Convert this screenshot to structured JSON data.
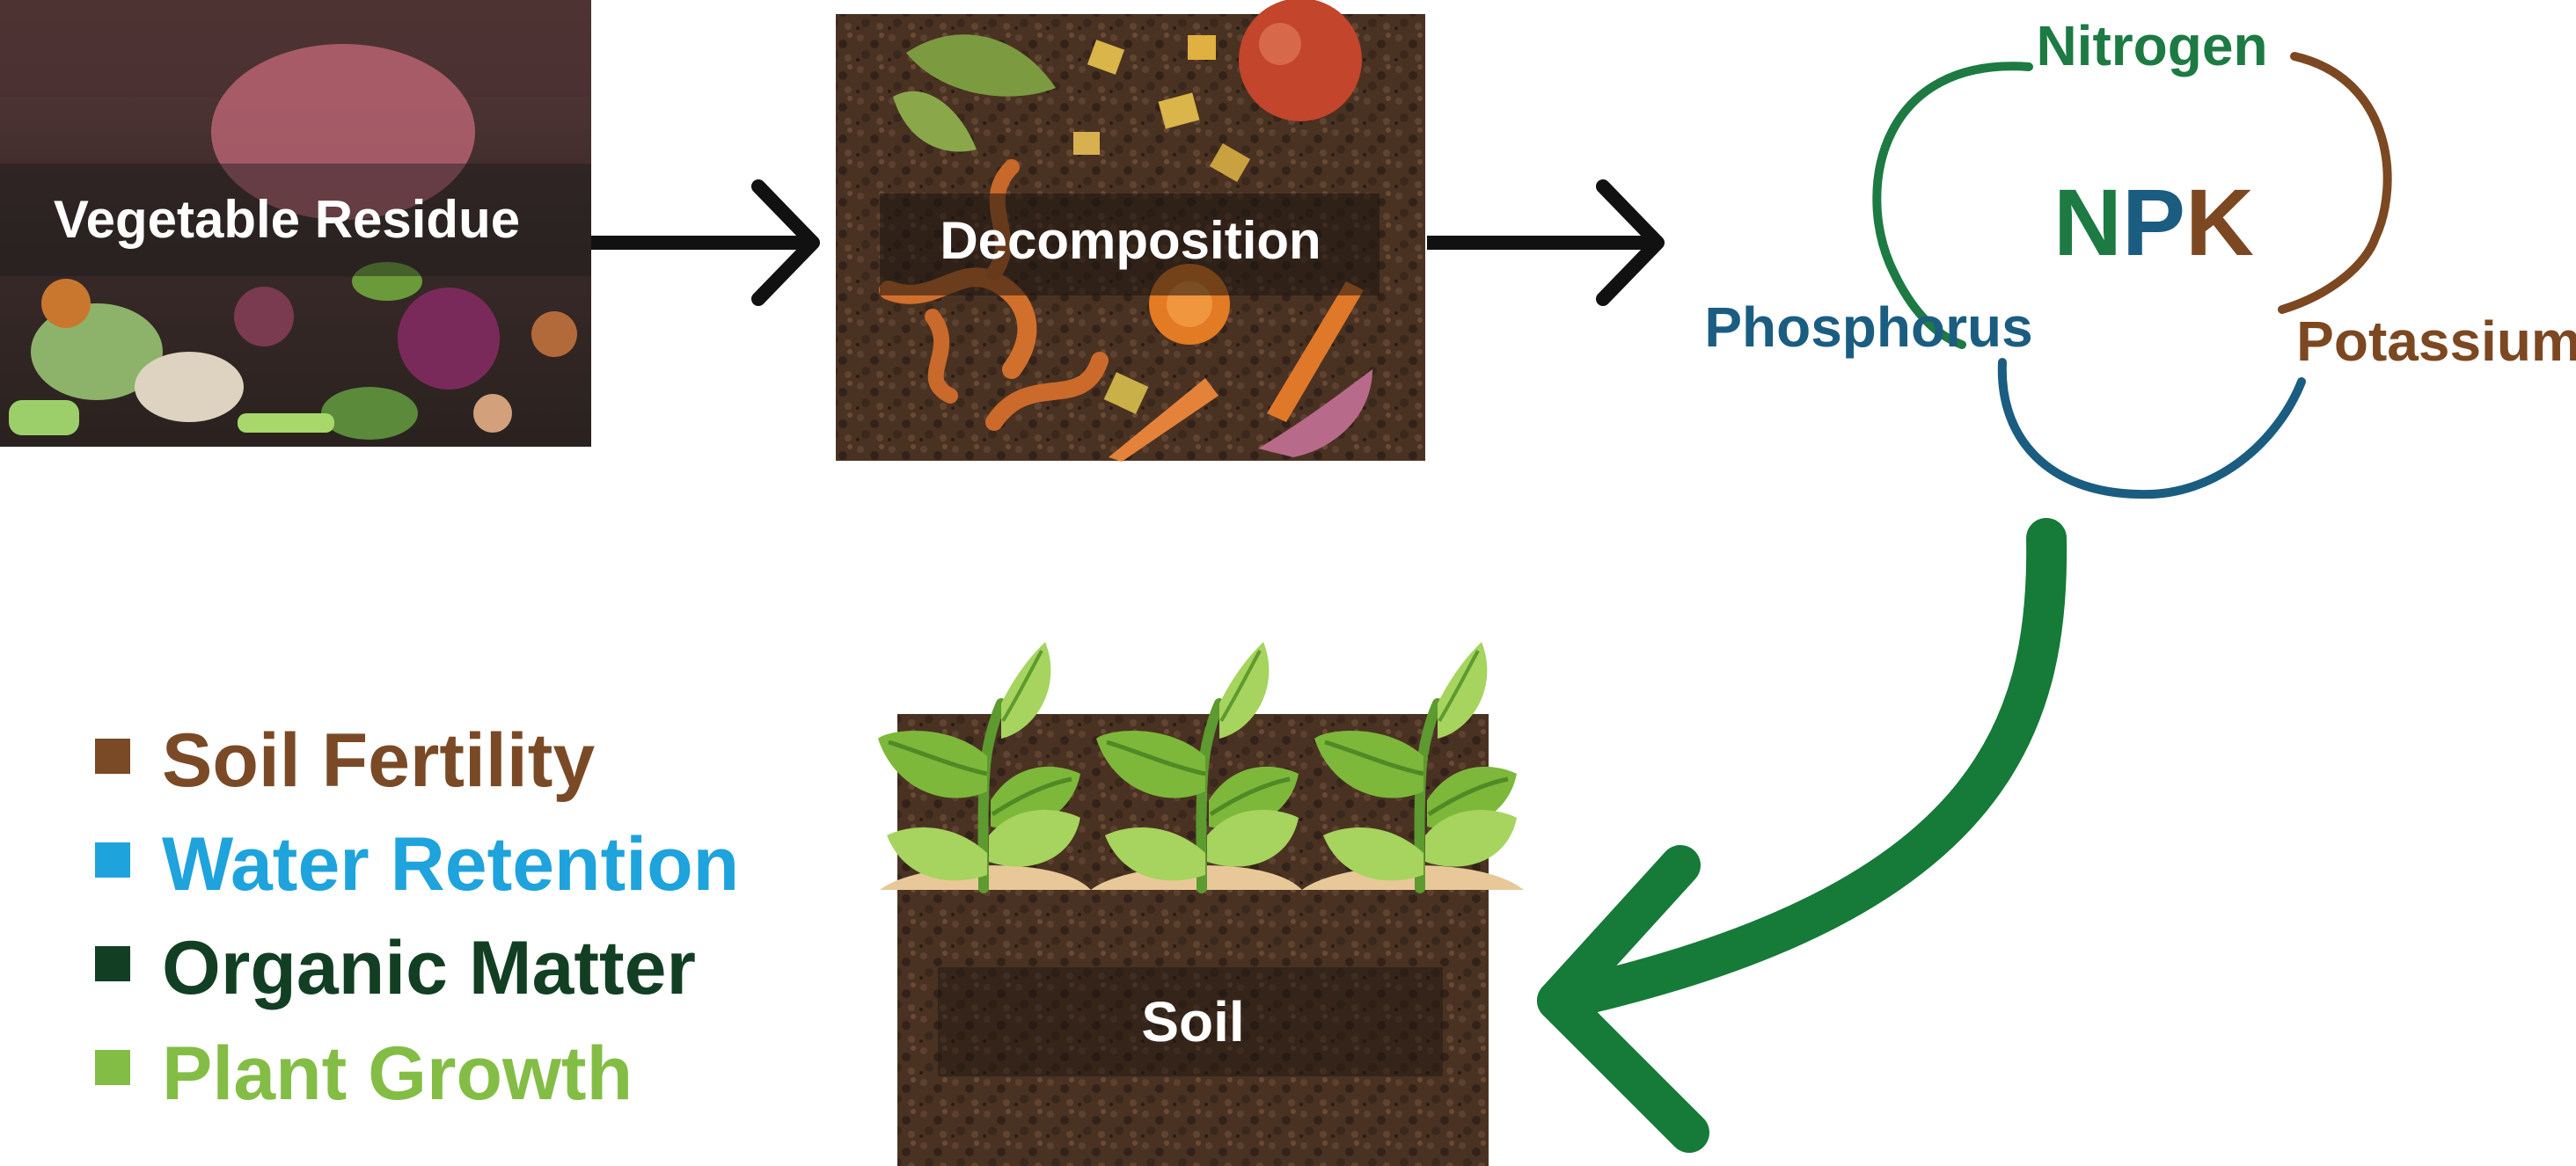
{
  "stages": {
    "vegetable_residue": "Vegetable Residue",
    "decomposition": "Decomposition",
    "soil": "Soil"
  },
  "npk": {
    "center": "NPK",
    "center_n": "N",
    "center_p": "P",
    "center_k": "K",
    "nitrogen": "Nitrogen",
    "phosphorus": "Phosphorus",
    "potassium": "Potassium"
  },
  "benefits": [
    {
      "label": "Soil Fertility",
      "color": "#7a4a26"
    },
    {
      "label": "Water Retention",
      "color": "#1ea3dc"
    },
    {
      "label": "Organic Matter",
      "color": "#123f23"
    },
    {
      "label": "Plant Growth",
      "color": "#84bd45"
    }
  ],
  "colors": {
    "nitrogen": "#1d7a43",
    "phosphorus": "#1b5d80",
    "potassium": "#7c4822",
    "arrow_green": "#167a38",
    "arrow_black": "#111111",
    "soil_dark": "#3f2a1c",
    "leaf_dark": "#5d9a2f",
    "leaf_light": "#8cc63f"
  },
  "icons": [
    "right-arrow-icon",
    "curved-arrow-icon",
    "seedling-icon",
    "bullet-square-icon"
  ]
}
